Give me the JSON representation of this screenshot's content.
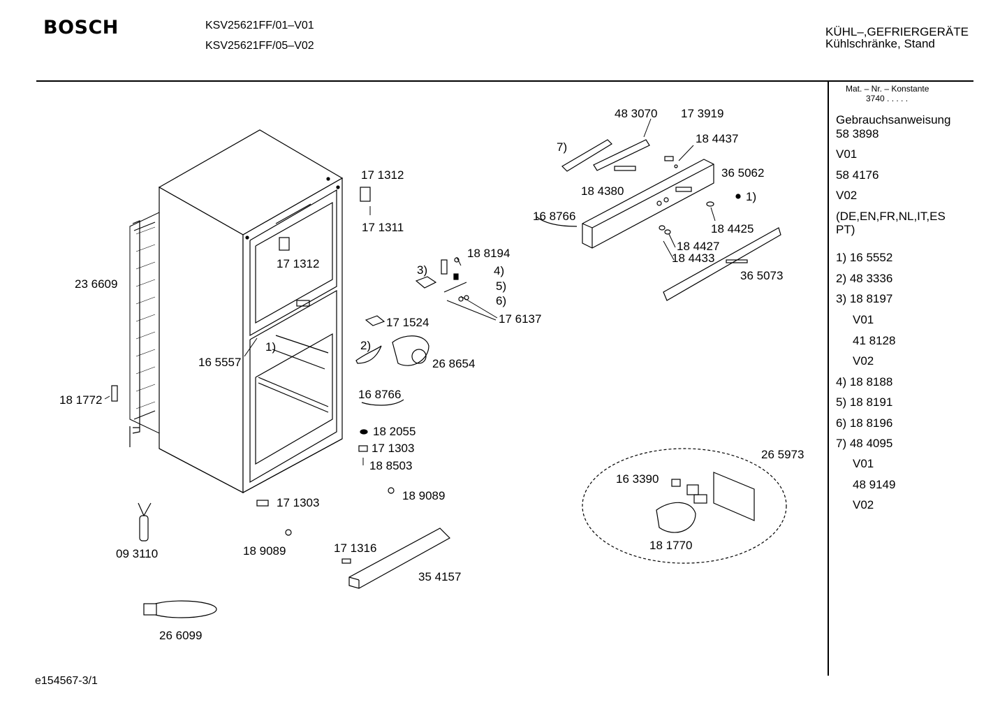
{
  "header": {
    "brand": "BOSCH",
    "models": [
      "KSV25621FF/01–V01",
      "KSV25621FF/05–V02"
    ],
    "category_line1": "KÜHL–,GEFRIERGERÄTE",
    "category_line2": "Kühlschränke, Stand"
  },
  "sidebar": {
    "const_label": "Mat. – Nr. – Konstante",
    "const_value": "3740  .  .  .  .  .",
    "items": [
      "Gebrauchsanweisung",
      "58 3898",
      "V01",
      "58 4176",
      "V02",
      "(DE,EN,FR,NL,IT,ES",
      "PT)",
      "1) 16 5552",
      "2) 48 3336",
      "3) 18 8197",
      "V01",
      "41 8128",
      "V02",
      "4) 18 8188",
      "5) 18 8191",
      "6) 18 8196",
      "7) 48 4095",
      "V01",
      "48 9149",
      "V02"
    ]
  },
  "parts": {
    "p483070": "48 3070",
    "p173919": "17 3919",
    "p7": "7)",
    "p184437": "18 4437",
    "p365062": "36 5062",
    "p184380": "18 4380",
    "p1a": "1)",
    "p168766a": "16 8766",
    "p184425": "18 4425",
    "p184427": "18 4427",
    "p184433": "18 4433",
    "p365073": "36 5073",
    "p171312a": "17 1312",
    "p171311": "17 1311",
    "p171312b": "17 1312",
    "p236609": "23 6609",
    "p188194": "18 8194",
    "p3": "3)",
    "p4": "4)",
    "p5": "5)",
    "p6": "6)",
    "p176137": "17 6137",
    "p171524": "17 1524",
    "p165557": "16 5557",
    "p1b": "1)",
    "p2": "2)",
    "p268654": "26 8654",
    "p181772": "18 1772",
    "p168766b": "16 8766",
    "p182055": "18 2055",
    "p171303a": "17 1303",
    "p188503": "18 8503",
    "p265973": "26 5973",
    "p163390": "16 3390",
    "p189089a": "18 9089",
    "p171303b": "17 1303",
    "p093110": "09 3110",
    "p189089b": "18 9089",
    "p171316": "17 1316",
    "p354157": "35 4157",
    "p181770": "18 1770",
    "p266099": "26 6099"
  },
  "footer": {
    "doc_id": "e154567-3/1"
  }
}
